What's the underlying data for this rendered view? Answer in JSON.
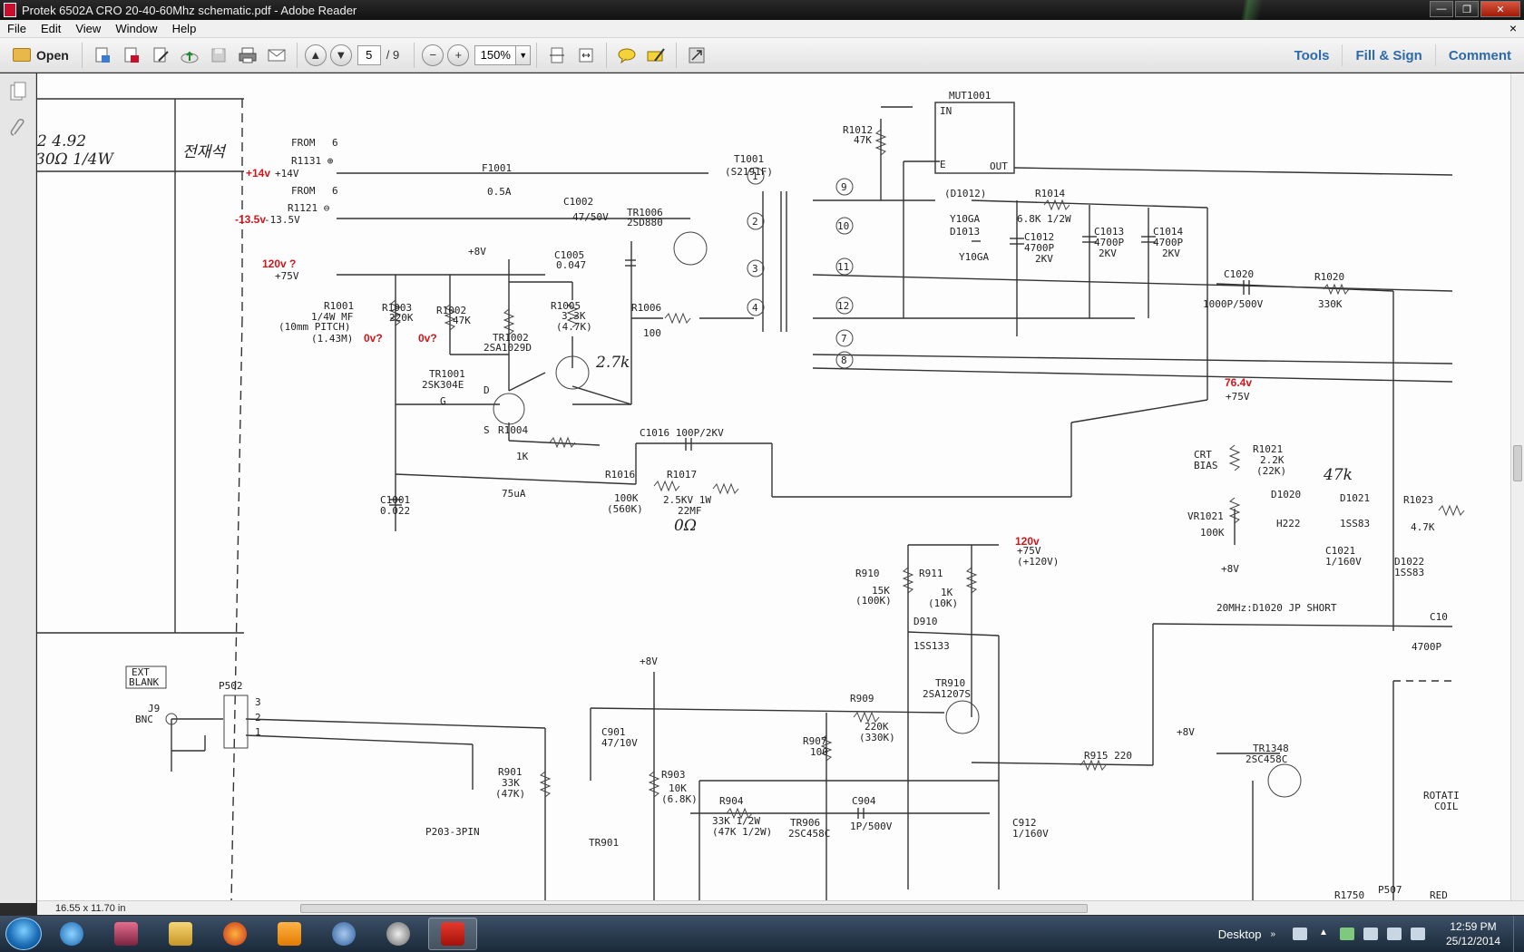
{
  "window": {
    "title": "Protek 6502A CRO 20-40-60Mhz schematic.pdf - Adobe Reader",
    "minimize": "—",
    "maximize": "❐",
    "close": "✕"
  },
  "menu": {
    "items": [
      "File",
      "Edit",
      "View",
      "Window",
      "Help"
    ],
    "doc_close": "×"
  },
  "toolbar": {
    "open_label": "Open",
    "page_current": "5",
    "page_total": "/ 9",
    "zoom_value": "150%",
    "panels": [
      "Tools",
      "Fill & Sign",
      "Comment"
    ]
  },
  "status": {
    "page_size": "16.55 x 11.70 in"
  },
  "taskbar": {
    "desktop_label": "Desktop",
    "time": "12:59 PM",
    "date": "25/12/2014"
  },
  "schematic": {
    "left_box": {
      "hand1": "2 4.92",
      "hand2": "30Ω 1/4W",
      "hand3": "전재석"
    },
    "labels": [
      {
        "id": "from1",
        "text": "FROM"
      },
      {
        "id": "from2",
        "text": "FROM"
      },
      {
        "id": "r1131",
        "text": "R1131 ⊕"
      },
      {
        "id": "r1121",
        "text": "R1121 ⊖"
      },
      {
        "id": "v14",
        "text": "+14V"
      },
      {
        "id": "v135",
        "text": "-13.5V"
      },
      {
        "id": "f1001",
        "text": "F1001"
      },
      {
        "id": "f1001v",
        "text": "0.5A"
      },
      {
        "id": "c1002",
        "text": "C1002"
      },
      {
        "id": "c1002v",
        "text": "47/50V"
      },
      {
        "id": "tr1006",
        "text": "TR1006"
      },
      {
        "id": "tr1006v",
        "text": "2SD880"
      },
      {
        "id": "t1001",
        "text": "T1001"
      },
      {
        "id": "t1001v",
        "text": "(S2191F)"
      },
      {
        "id": "v8a",
        "text": "+8V"
      },
      {
        "id": "c1005",
        "text": "C1005"
      },
      {
        "id": "c1005v",
        "text": "0.047"
      },
      {
        "id": "v75a",
        "text": "+75V"
      },
      {
        "id": "r1001",
        "text": "R1001"
      },
      {
        "id": "r1001v",
        "text": "1/4W MF"
      },
      {
        "id": "r1001p",
        "text": "(10mm PITCH)"
      },
      {
        "id": "r1001m",
        "text": "(1.43M)"
      },
      {
        "id": "r1003",
        "text": "R1003"
      },
      {
        "id": "r1003v",
        "text": "220K"
      },
      {
        "id": "r1002",
        "text": "R1002"
      },
      {
        "id": "r1002v",
        "text": "47K"
      },
      {
        "id": "r1005",
        "text": "R1005"
      },
      {
        "id": "r1005v",
        "text": "3.3K"
      },
      {
        "id": "r1005b",
        "text": "(4.7K)"
      },
      {
        "id": "r1006",
        "text": "R1006"
      },
      {
        "id": "r1006v",
        "text": "100"
      },
      {
        "id": "tr1002",
        "text": "TR1002"
      },
      {
        "id": "tr1002v",
        "text": "2SA1029D"
      },
      {
        "id": "tr1001",
        "text": "TR1001"
      },
      {
        "id": "tr1001v",
        "text": "2SK304E"
      },
      {
        "id": "g",
        "text": "G"
      },
      {
        "id": "d",
        "text": "D"
      },
      {
        "id": "s",
        "text": "S"
      },
      {
        "id": "r1004",
        "text": "R1004"
      },
      {
        "id": "r1004v",
        "text": "1K"
      },
      {
        "id": "c1016",
        "text": "C1016  100P/2KV"
      },
      {
        "id": "r1016",
        "text": "R1016"
      },
      {
        "id": "r1016v",
        "text": "100K"
      },
      {
        "id": "r1016b",
        "text": "(560K)"
      },
      {
        "id": "r1017",
        "text": "R1017"
      },
      {
        "id": "r1017v",
        "text": "2.5KV 1W"
      },
      {
        "id": "r1017b",
        "text": "22MF"
      },
      {
        "id": "c1001",
        "text": "C1001"
      },
      {
        "id": "c1001v",
        "text": "0.022"
      },
      {
        "id": "ua75",
        "text": "75uA"
      },
      {
        "id": "mut",
        "text": "MUT1001"
      },
      {
        "id": "in",
        "text": "IN"
      },
      {
        "id": "e",
        "text": "E"
      },
      {
        "id": "out",
        "text": "OUT"
      },
      {
        "id": "r1012",
        "text": "R1012"
      },
      {
        "id": "r1012v",
        "text": "47K"
      },
      {
        "id": "d1012",
        "text": "(D1012)"
      },
      {
        "id": "y10ga1",
        "text": "Y10GA"
      },
      {
        "id": "d1013",
        "text": "D1013"
      },
      {
        "id": "y10ga2",
        "text": "Y10GA"
      },
      {
        "id": "r1014",
        "text": "R1014"
      },
      {
        "id": "r1014v",
        "text": "6.8K 1/2W"
      },
      {
        "id": "c1012",
        "text": "C1012"
      },
      {
        "id": "c1012v",
        "text": "4700P"
      },
      {
        "id": "c1012k",
        "text": "2KV"
      },
      {
        "id": "c1013",
        "text": "C1013"
      },
      {
        "id": "c1013v",
        "text": "4700P"
      },
      {
        "id": "c1013k",
        "text": "2KV"
      },
      {
        "id": "c1014",
        "text": "C1014"
      },
      {
        "id": "c1014v",
        "text": "4700P"
      },
      {
        "id": "c1014k",
        "text": "2KV"
      },
      {
        "id": "c1020",
        "text": "C1020"
      },
      {
        "id": "c1020v",
        "text": "1000P/500V"
      },
      {
        "id": "r1020",
        "text": "R1020"
      },
      {
        "id": "r1020v",
        "text": "330K"
      },
      {
        "id": "v75b",
        "text": "+75V"
      },
      {
        "id": "crt",
        "text": "CRT"
      },
      {
        "id": "bias",
        "text": "BIAS"
      },
      {
        "id": "r1021",
        "text": "R1021"
      },
      {
        "id": "r1021v",
        "text": "2.2K"
      },
      {
        "id": "r1021b",
        "text": "(22K)"
      },
      {
        "id": "d1020",
        "text": "D1020"
      },
      {
        "id": "h222",
        "text": "H222"
      },
      {
        "id": "d1021",
        "text": "D1021"
      },
      {
        "id": "d1021v",
        "text": "1SS83"
      },
      {
        "id": "r1023",
        "text": "R1023"
      },
      {
        "id": "r1023v",
        "text": "4.7K"
      },
      {
        "id": "vr1021",
        "text": "VR1021"
      },
      {
        "id": "vr1021v",
        "text": "100K"
      },
      {
        "id": "c1021",
        "text": "C1021"
      },
      {
        "id": "c1021v",
        "text": "1/160V"
      },
      {
        "id": "d1022",
        "text": "D1022"
      },
      {
        "id": "d1022v",
        "text": "1SS83"
      },
      {
        "id": "v8b",
        "text": "+8V"
      },
      {
        "id": "jp",
        "text": "20MHz:D1020 JP SHORT"
      },
      {
        "id": "c10",
        "text": "C10"
      },
      {
        "id": "c10v",
        "text": "4700P"
      },
      {
        "id": "v75c",
        "text": "+75V"
      },
      {
        "id": "v120c",
        "text": "(+120V)"
      },
      {
        "id": "r910",
        "text": "R910"
      },
      {
        "id": "r910v",
        "text": "15K"
      },
      {
        "id": "r910b",
        "text": "(100K)"
      },
      {
        "id": "r911",
        "text": "R911"
      },
      {
        "id": "r911v",
        "text": "1K"
      },
      {
        "id": "r911b",
        "text": "(10K)"
      },
      {
        "id": "d910",
        "text": "D910"
      },
      {
        "id": "d910v",
        "text": "1SS133"
      },
      {
        "id": "tr910",
        "text": "TR910"
      },
      {
        "id": "tr910v",
        "text": "2SA1207S"
      },
      {
        "id": "r909",
        "text": "R909"
      },
      {
        "id": "r909v",
        "text": "220K"
      },
      {
        "id": "r909b",
        "text": "(330K)"
      },
      {
        "id": "r907",
        "text": "R907"
      },
      {
        "id": "r907v",
        "text": "100"
      },
      {
        "id": "v8c",
        "text": "+8V"
      },
      {
        "id": "c901",
        "text": "C901"
      },
      {
        "id": "c901v",
        "text": "47/10V"
      },
      {
        "id": "r903",
        "text": "R903"
      },
      {
        "id": "r903v",
        "text": "10K"
      },
      {
        "id": "r903b",
        "text": "(6.8K)"
      },
      {
        "id": "r904",
        "text": "R904"
      },
      {
        "id": "r904v",
        "text": "33K 1/2W"
      },
      {
        "id": "r904b",
        "text": "(47K 1/2W)"
      },
      {
        "id": "c904",
        "text": "C904"
      },
      {
        "id": "c904v",
        "text": "1P/500V"
      },
      {
        "id": "tr906",
        "text": "TR906"
      },
      {
        "id": "tr906v",
        "text": "2SC458C"
      },
      {
        "id": "r915",
        "text": "R915  220"
      },
      {
        "id": "c912",
        "text": "C912"
      },
      {
        "id": "c912v",
        "text": "1/160V"
      },
      {
        "id": "v8d",
        "text": "+8V"
      },
      {
        "id": "tr1348",
        "text": "TR1348"
      },
      {
        "id": "tr1348v",
        "text": "2SC458C"
      },
      {
        "id": "rotati",
        "text": "ROTATI"
      },
      {
        "id": "coil",
        "text": "COIL"
      },
      {
        "id": "r1750",
        "text": "R1750"
      },
      {
        "id": "p507",
        "text": "P507"
      },
      {
        "id": "red",
        "text": "RED"
      },
      {
        "id": "extblank1",
        "text": "EXT"
      },
      {
        "id": "extblank2",
        "text": "BLANK"
      },
      {
        "id": "j9",
        "text": "J9"
      },
      {
        "id": "bnc",
        "text": "BNC"
      },
      {
        "id": "p502",
        "text": "P502"
      },
      {
        "id": "pin3",
        "text": "3"
      },
      {
        "id": "pin2",
        "text": "2"
      },
      {
        "id": "pin1",
        "text": "1"
      },
      {
        "id": "r901",
        "text": "R901"
      },
      {
        "id": "r901v",
        "text": "33K"
      },
      {
        "id": "r901b",
        "text": "(47K)"
      },
      {
        "id": "p203",
        "text": "P203-3PIN"
      },
      {
        "id": "tr901",
        "text": "TR901"
      },
      {
        "id": "w1",
        "text": "1"
      },
      {
        "id": "w2",
        "text": "2"
      },
      {
        "id": "w3",
        "text": "3"
      },
      {
        "id": "w4",
        "text": "4"
      },
      {
        "id": "w9",
        "text": "9"
      },
      {
        "id": "w10",
        "text": "10"
      },
      {
        "id": "w11",
        "text": "11"
      },
      {
        "id": "w12",
        "text": "12"
      },
      {
        "id": "w7",
        "text": "7"
      },
      {
        "id": "w8",
        "text": "8"
      },
      {
        "id": "f6a",
        "text": "6"
      },
      {
        "id": "f6b",
        "text": "6"
      }
    ],
    "annotations": [
      {
        "id": "a14",
        "text": "+14v"
      },
      {
        "id": "a135",
        "text": "-13.5v"
      },
      {
        "id": "a120a",
        "text": "120v ?"
      },
      {
        "id": "a0v1",
        "text": "0v?"
      },
      {
        "id": "a0v2",
        "text": "0v?"
      },
      {
        "id": "a764",
        "text": "76.4v"
      },
      {
        "id": "a120b",
        "text": "120v"
      }
    ],
    "handwritten": [
      {
        "id": "h27k",
        "text": "2.7k"
      },
      {
        "id": "h47k",
        "text": "47k"
      },
      {
        "id": "h0",
        "text": "0Ω"
      }
    ]
  }
}
